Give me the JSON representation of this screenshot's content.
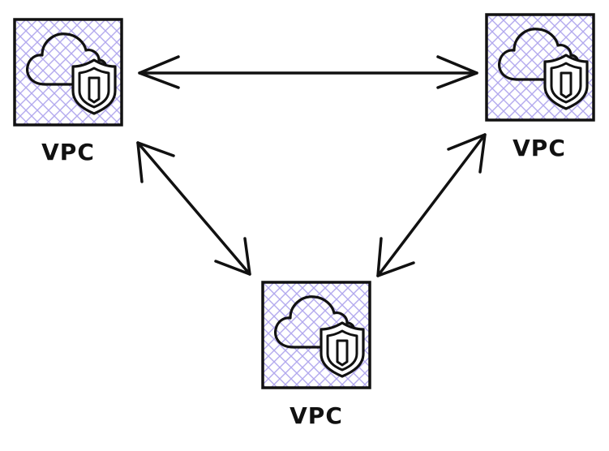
{
  "diagram": {
    "nodes": [
      {
        "id": "vpc-top-left",
        "label": "VPC",
        "icon": "cloud-shield-icon"
      },
      {
        "id": "vpc-top-right",
        "label": "VPC",
        "icon": "cloud-shield-icon"
      },
      {
        "id": "vpc-bottom",
        "label": "VPC",
        "icon": "cloud-shield-icon"
      }
    ],
    "edges": [
      {
        "from": "vpc-top-left",
        "to": "vpc-top-right",
        "bidirectional": true
      },
      {
        "from": "vpc-top-left",
        "to": "vpc-bottom",
        "bidirectional": true
      },
      {
        "from": "vpc-top-right",
        "to": "vpc-bottom",
        "bidirectional": true
      }
    ]
  },
  "colors": {
    "stroke": "#111111",
    "hatch": "#b3a9ee",
    "box_fill": "#ffffff"
  }
}
